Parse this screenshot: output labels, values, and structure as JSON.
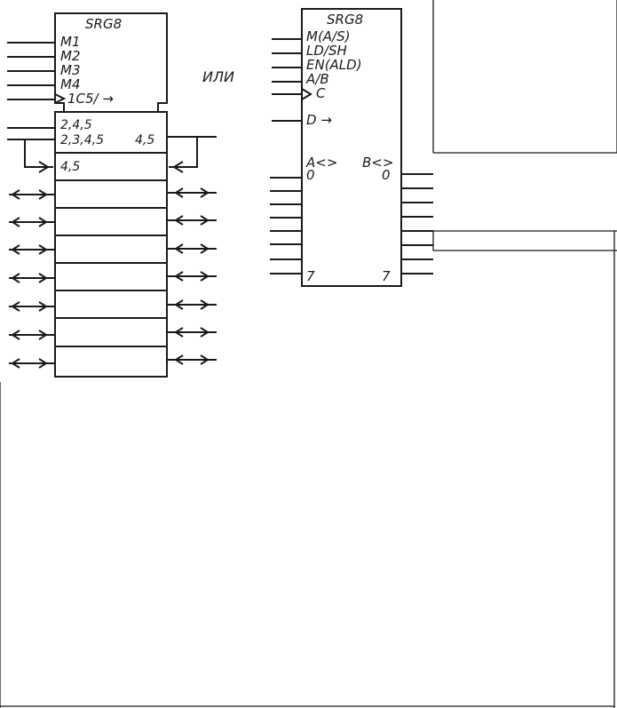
{
  "left_symbol": {
    "title": "SRG8",
    "inputs": [
      "M1",
      "M2",
      "M3",
      "M4",
      "1C5/ →"
    ],
    "section_labels": [
      "2,4,5",
      "2,3,4,5",
      "4,5",
      "4,5"
    ]
  },
  "or_label": "ИЛИ",
  "right_symbol": {
    "title": "SRG8",
    "inputs": [
      "M(A/S)",
      "LD/SH",
      "EN(ALD)",
      "A/B",
      "C",
      "D →"
    ],
    "bus_left": "A<>",
    "bus_right": "B<>",
    "bit_first_left": "0",
    "bit_first_right": "0",
    "bit_last_left": "7",
    "bit_last_right": "7"
  }
}
